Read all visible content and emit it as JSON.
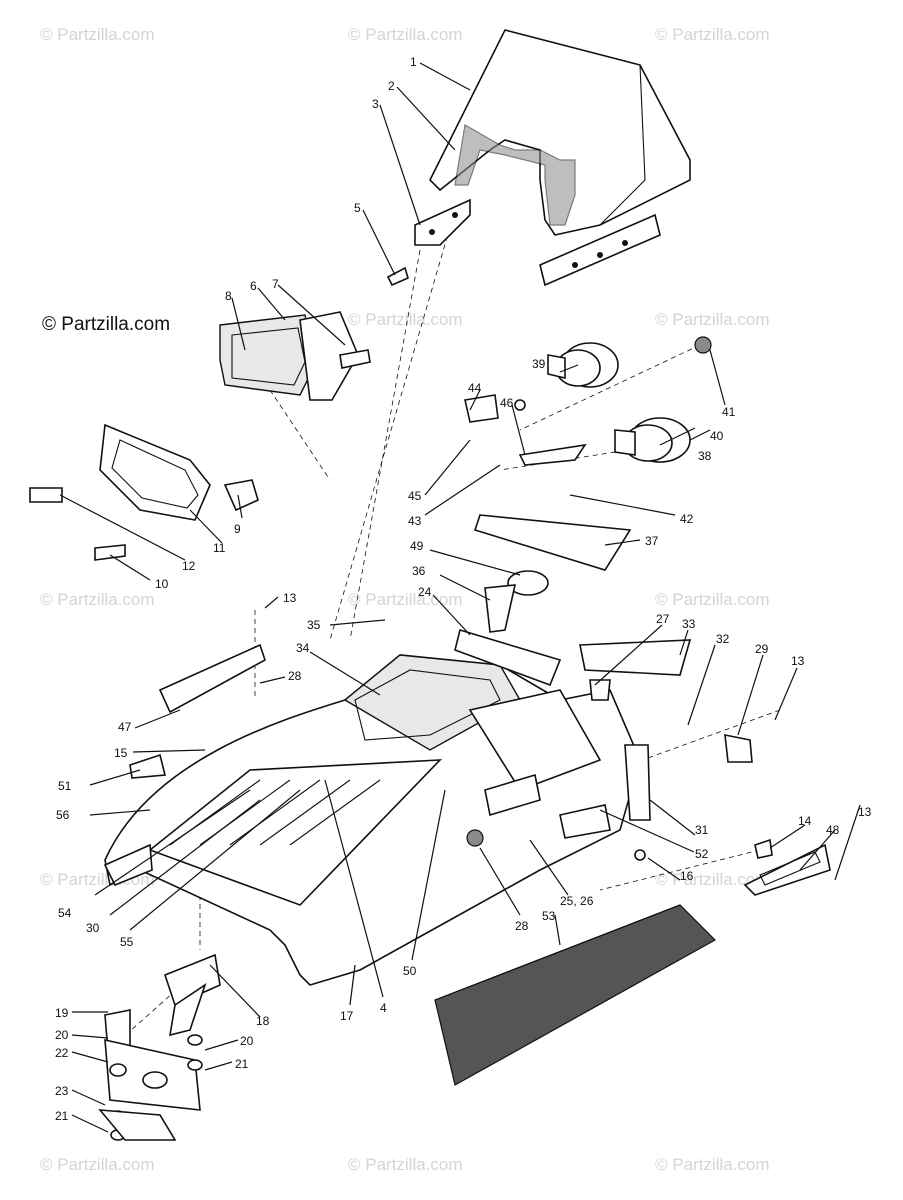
{
  "watermark": "© Partzilla.com",
  "brand_label": "© Partzilla.com",
  "callouts": [
    "1",
    "2",
    "3",
    "5",
    "8",
    "6",
    "7",
    "39",
    "41",
    "44",
    "46",
    "40",
    "38",
    "45",
    "43",
    "42",
    "37",
    "11",
    "9",
    "12",
    "10",
    "49",
    "36",
    "13",
    "24",
    "27",
    "33",
    "32",
    "29",
    "13",
    "35",
    "28",
    "34",
    "47",
    "15",
    "51",
    "56",
    "54",
    "30",
    "55",
    "4",
    "50",
    "17",
    "14",
    "48",
    "13",
    "16",
    "31",
    "52",
    "25, 26",
    "28",
    "53",
    "18",
    "19",
    "20",
    "22",
    "20",
    "21",
    "23",
    "21"
  ]
}
